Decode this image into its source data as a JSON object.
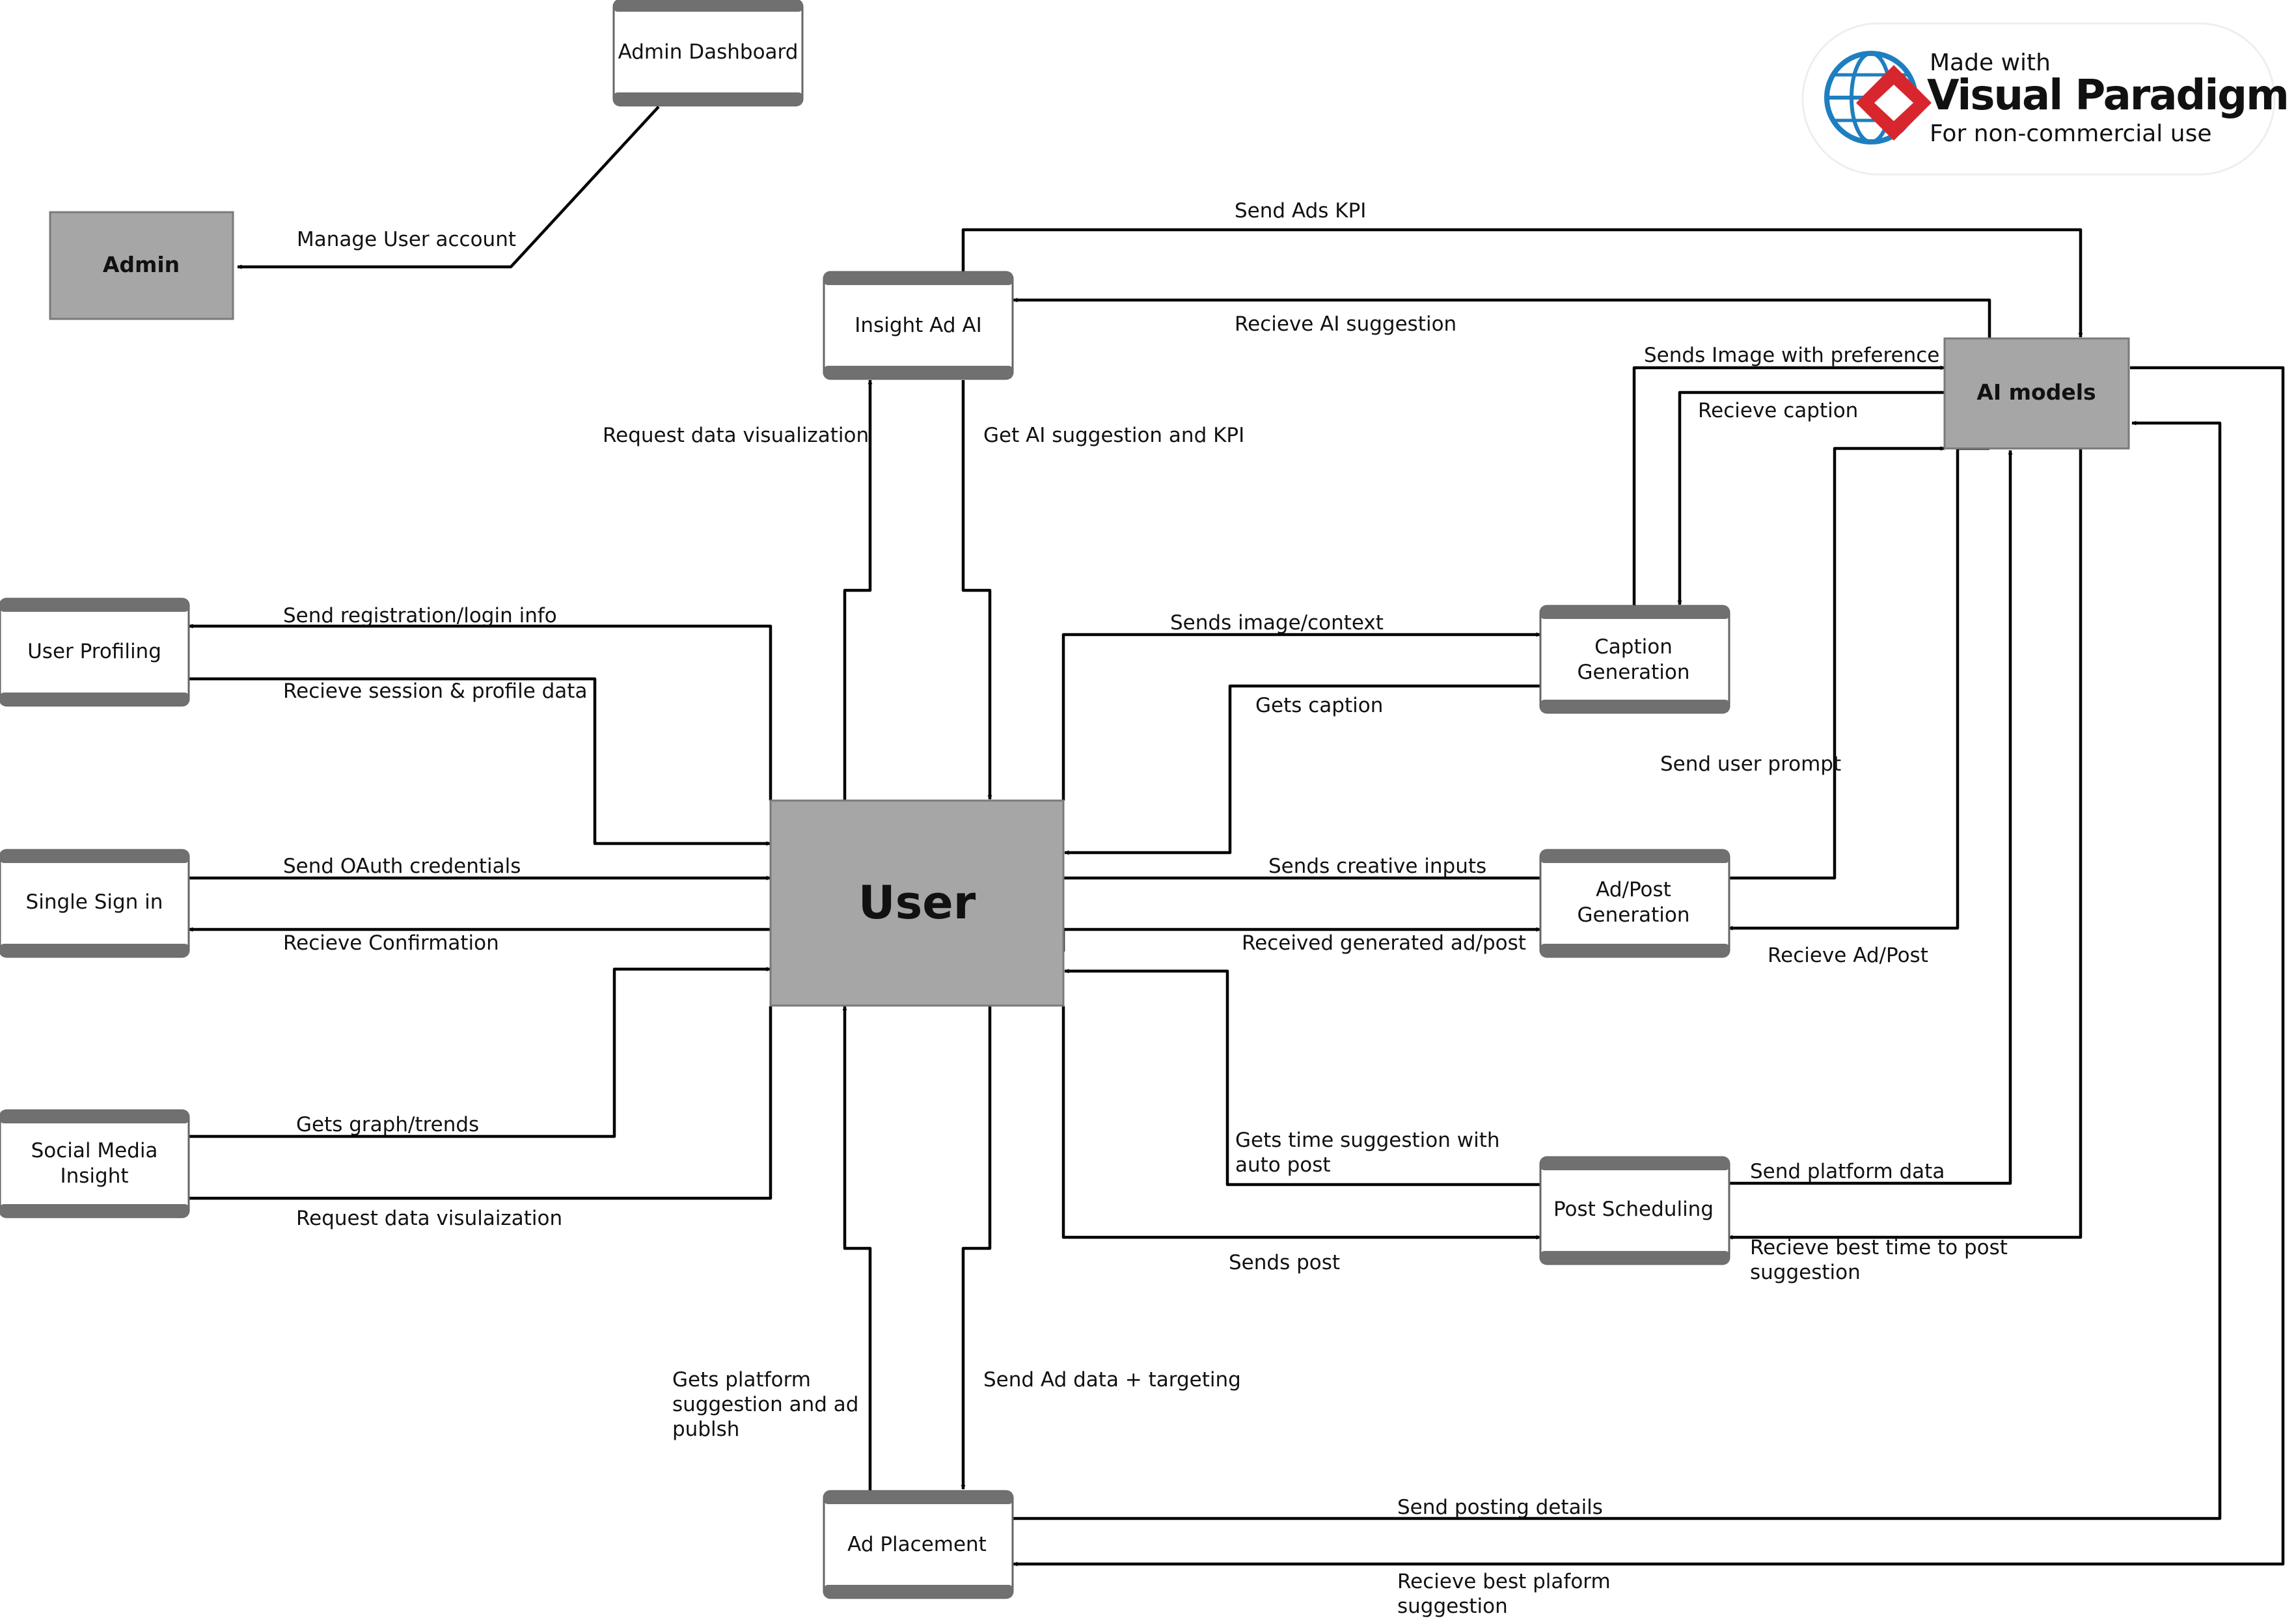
{
  "entities": {
    "admin": "Admin",
    "user": "User",
    "ai_models": "AI models"
  },
  "processes": {
    "admin_dashboard": "Admin Dashboard",
    "insight_ad_ai": "Insight Ad AI",
    "user_profiling": "User Profiling",
    "single_sign_in": "Single Sign in",
    "social_media_insight": [
      "Social Media",
      "Insight"
    ],
    "caption_generation": [
      "Caption",
      "Generation"
    ],
    "ad_post_generation": [
      "Ad/Post",
      "Generation"
    ],
    "post_scheduling": "Post Scheduling",
    "ad_placement": "Ad Placement"
  },
  "flows": {
    "manage_user_account": "Manage User account",
    "send_ads_kpi": "Send Ads KPI",
    "recieve_ai_suggestion": "Recieve AI suggestion",
    "sends_image_with_preference": "Sends Image with preference",
    "recieve_caption": "Recieve caption",
    "request_data_visualization": "Request data visualization",
    "get_ai_suggestion_and_kpi": "Get AI suggestion and KPI",
    "send_registration_login_info": "Send registration/login info",
    "recieve_session_profile_data": "Recieve session & profile data",
    "sends_image_context": "Sends image/context",
    "gets_caption": "Gets caption",
    "send_user_prompt": "Send user prompt",
    "send_oauth_credentials": "Send OAuth credentials",
    "recieve_confirmation": "Recieve Confirmation",
    "sends_creative_inputs": "Sends creative inputs",
    "received_generated_ad_post": "Received generated ad/post",
    "recieve_ad_post": "Recieve Ad/Post",
    "gets_graph_trends": "Gets graph/trends",
    "request_data_visulaization": "Request data visulaization",
    "gets_time_suggestion": [
      "Gets time suggestion with",
      "auto post"
    ],
    "send_platform_data": "Send platform data",
    "recieve_best_time": [
      "Recieve best time to post",
      "suggestion"
    ],
    "sends_post": "Sends post",
    "gets_platform_suggestion": [
      "Gets platform",
      "suggestion and ad",
      "publsh"
    ],
    "send_ad_data_targeting": "Send Ad data + targeting",
    "send_posting_details": "Send posting details",
    "recieve_best_plaform": [
      "Recieve best plaform",
      "suggestion"
    ]
  },
  "watermark": {
    "made_with": "Made with",
    "brand": "Visual Paradigm",
    "note": "For non-commercial use"
  },
  "colors": {
    "entity_fill": "#a6a6a6",
    "process_bar": "#707070",
    "logo_red": "#d8262e",
    "logo_blue": "#1e7fc0"
  }
}
